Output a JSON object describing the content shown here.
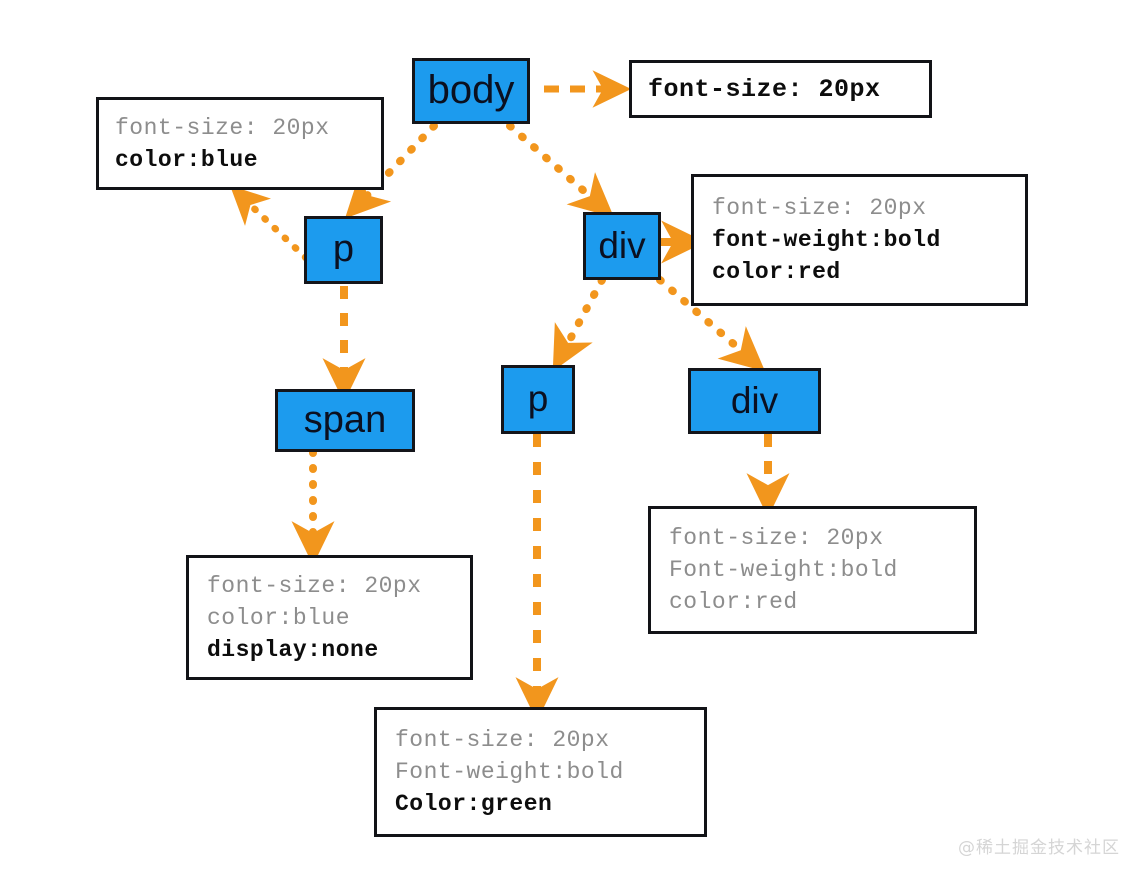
{
  "diagram": {
    "title": "CSS inheritance DOM tree",
    "colors": {
      "node_fill": "#1C9BEE",
      "node_border": "#14151a",
      "arrow": "#F2961D",
      "anno_border": "#121317",
      "inherited_text": "#8d8d8d",
      "declared_text": "#0d0d0d",
      "background": "#ffffff",
      "watermark": "#d5d5d5"
    },
    "nodes": [
      {
        "id": "body",
        "label": "body"
      },
      {
        "id": "p-left",
        "label": "p"
      },
      {
        "id": "div-right",
        "label": "div"
      },
      {
        "id": "span",
        "label": "span"
      },
      {
        "id": "p-mid",
        "label": "p"
      },
      {
        "id": "div-child",
        "label": "div"
      }
    ],
    "annotations": [
      {
        "id": "anno-body",
        "for": "body",
        "lines": [
          {
            "text": "font-size: 20px",
            "style": "declared"
          }
        ]
      },
      {
        "id": "anno-p-left",
        "for": "p-left",
        "lines": [
          {
            "text": "font-size: 20px",
            "style": "inherited"
          },
          {
            "text": "color:blue",
            "style": "declared"
          }
        ]
      },
      {
        "id": "anno-div-right",
        "for": "div-right",
        "lines": [
          {
            "text": "font-size: 20px",
            "style": "inherited"
          },
          {
            "text": "font-weight:bold",
            "style": "declared"
          },
          {
            "text": "color:red",
            "style": "declared"
          }
        ]
      },
      {
        "id": "anno-span",
        "for": "span",
        "lines": [
          {
            "text": "font-size: 20px",
            "style": "inherited"
          },
          {
            "text": "color:blue",
            "style": "inherited"
          },
          {
            "text": "display:none",
            "style": "declared"
          }
        ]
      },
      {
        "id": "anno-div-child",
        "for": "div-child",
        "lines": [
          {
            "text": "font-size: 20px",
            "style": "inherited"
          },
          {
            "text": "Font-weight:bold",
            "style": "inherited"
          },
          {
            "text": "color:red",
            "style": "inherited"
          }
        ]
      },
      {
        "id": "anno-p-mid",
        "for": "p-mid",
        "lines": [
          {
            "text": "font-size: 20px",
            "style": "inherited"
          },
          {
            "text": "Font-weight:bold",
            "style": "inherited"
          },
          {
            "text": "Color:green",
            "style": "declared"
          }
        ]
      }
    ],
    "edges": [
      {
        "from": "body",
        "to": "p-left",
        "kind": "tree"
      },
      {
        "from": "body",
        "to": "div-right",
        "kind": "tree"
      },
      {
        "from": "p-left",
        "to": "span",
        "kind": "tree"
      },
      {
        "from": "div-right",
        "to": "p-mid",
        "kind": "tree"
      },
      {
        "from": "div-right",
        "to": "div-child",
        "kind": "tree"
      },
      {
        "from": "body",
        "to": "anno-body",
        "kind": "annotation"
      },
      {
        "from": "p-left",
        "to": "anno-p-left",
        "kind": "annotation"
      },
      {
        "from": "div-right",
        "to": "anno-div-right",
        "kind": "annotation"
      },
      {
        "from": "span",
        "to": "anno-span",
        "kind": "annotation"
      },
      {
        "from": "p-mid",
        "to": "anno-p-mid",
        "kind": "annotation"
      },
      {
        "from": "div-child",
        "to": "anno-div-child",
        "kind": "annotation"
      }
    ]
  },
  "watermark": {
    "text": "@稀土掘金技术社区"
  }
}
